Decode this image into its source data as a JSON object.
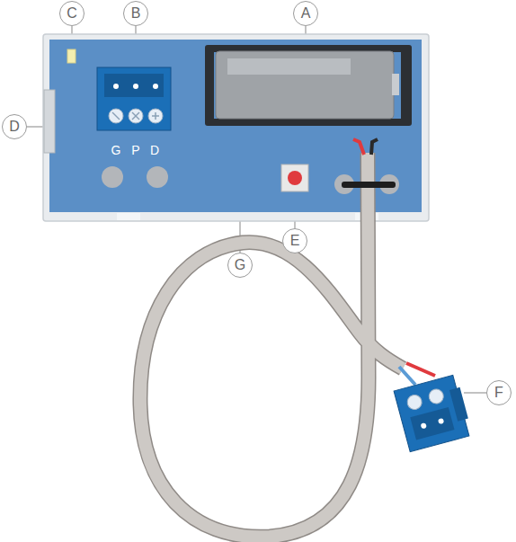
{
  "diagram": {
    "nodes": [
      {
        "text": [
          "C"
        ]
      },
      {
        "text": [
          "B"
        ]
      },
      {
        "text": [
          "A"
        ]
      },
      {
        "text": [
          "D"
        ]
      },
      {
        "text": [
          "E"
        ]
      },
      {
        "text": [
          "G"
        ]
      },
      {
        "text": [
          "F"
        ]
      }
    ],
    "labels": [
      "G",
      "P",
      "D"
    ]
  }
}
